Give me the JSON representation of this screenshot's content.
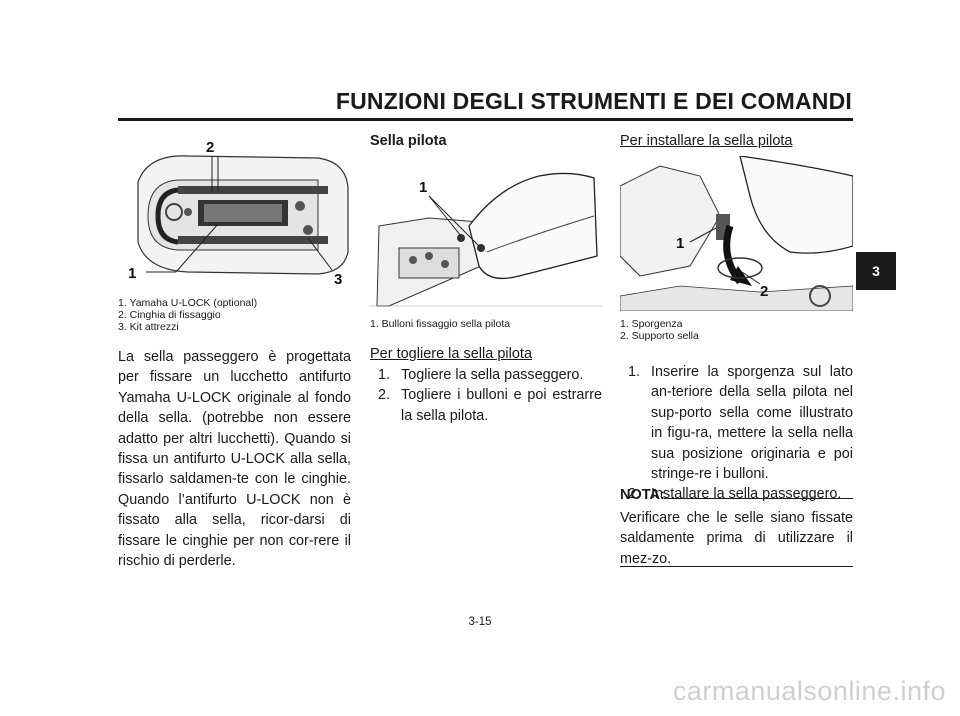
{
  "header": {
    "title": "FUNZIONI DEGLI STRUMENTI E DEI COMANDI"
  },
  "chapter_tab": "3",
  "figure1": {
    "callouts": [
      "2",
      "1",
      "3"
    ],
    "captions": [
      "1. Yamaha U-LOCK (optional)",
      "2. Cinghia di fissaggio",
      "3. Kit attrezzi"
    ]
  },
  "left_paragraph": "La sella passeggero è progettata per fissare un lucchetto antifurto Yamaha U-LOCK originale al fondo della sella. (potrebbe non essere adatto per altri lucchetti). Quando si fissa un antifurto U-LOCK alla sella, fissarlo saldamen-te con le cinghie. Quando l’antifurto U-LOCK non è fissato alla sella, ricor-darsi di fissare le cinghie per non cor-rere il rischio di perderle.",
  "middle": {
    "heading": "Sella pilota",
    "figure_callout": "1",
    "caption": "1. Bulloni fissaggio sella pilota",
    "subheading": "Per togliere la sella pilota",
    "steps": [
      {
        "num": "1.",
        "text": "Togliere la sella passeggero."
      },
      {
        "num": "2.",
        "text": "Togliere i bulloni e poi estrarre la sella pilota."
      }
    ]
  },
  "right": {
    "subheading": "Per installare la sella pilota",
    "figure_callouts": [
      "1",
      "2"
    ],
    "captions": [
      "1. Sporgenza",
      "2. Supporto sella"
    ],
    "steps": [
      {
        "num": "1.",
        "text": "Inserire la sporgenza sul lato an-teriore della sella pilota nel sup-porto sella come illustrato in figu-ra, mettere la sella nella sua posizione originaria e poi stringe-re i bulloni."
      },
      {
        "num": "2.",
        "text": "Installare la sella passeggero."
      }
    ],
    "nota_label": "NOTA:",
    "nota_text": "Verificare che le selle siano fissate saldamente prima di utilizzare il mez-zo."
  },
  "page_number": "3-15",
  "watermark": "carmanualsonline.info"
}
